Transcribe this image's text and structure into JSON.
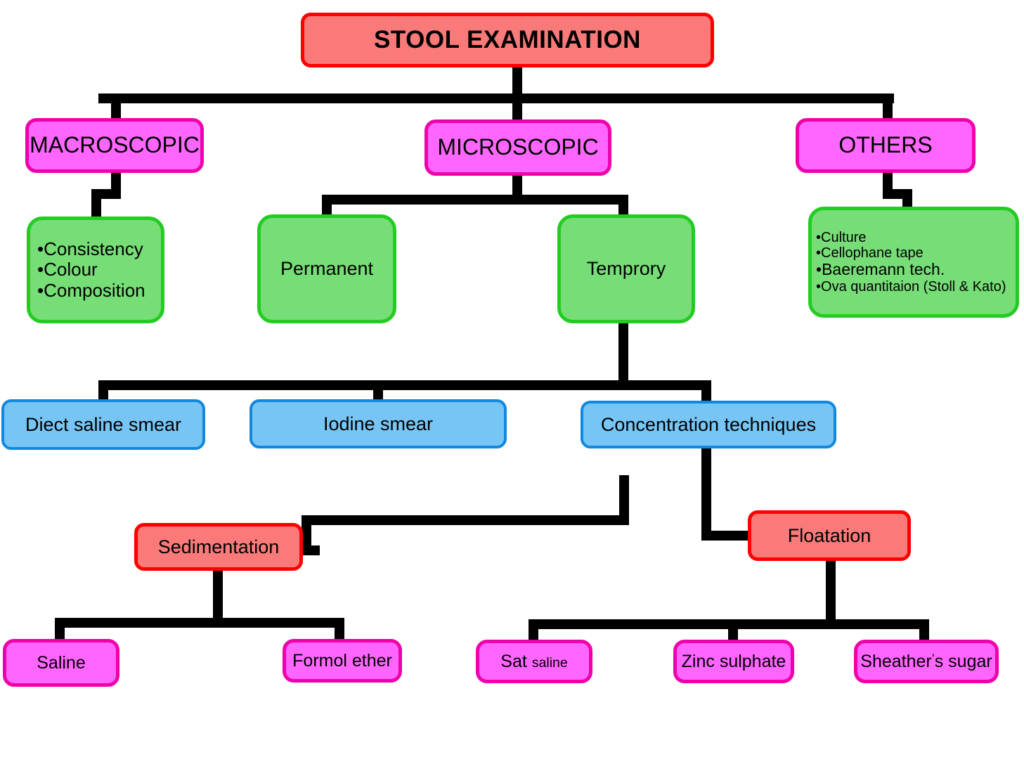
{
  "diagram": {
    "title": "STOOL EXAMINATION",
    "root": {
      "label": "STOOL EXAMINATION"
    },
    "level1": [
      {
        "label": "MACROSCOPIC"
      },
      {
        "label": "MICROSCOPIC"
      },
      {
        "label": "OTHERS"
      }
    ],
    "macroscopic_details": {
      "items": [
        "Consistency",
        "Colour",
        "Composition"
      ]
    },
    "microscopic_children": [
      {
        "label": "Permanent"
      },
      {
        "label": "Temprory"
      }
    ],
    "others_details": {
      "items": [
        "Culture",
        "Cellophane tape",
        "Baeremann  tech.",
        "Ova quantitaion (Stoll & Kato)"
      ]
    },
    "temprory_children": [
      {
        "label": "Diect saline smear"
      },
      {
        "label": "Iodine smear"
      },
      {
        "label": "Concentration techniques"
      }
    ],
    "concentration_children": [
      {
        "label": "Sedimentation"
      },
      {
        "label": "Floatation"
      }
    ],
    "sedimentation_children": [
      {
        "label": "Saline"
      },
      {
        "label": "Formol ether"
      }
    ],
    "floatation_children": [
      {
        "label_main": "Sat",
        "label_sub": "saline"
      },
      {
        "label": "Zinc sulphate"
      },
      {
        "label_pre": "Sheather",
        "label_apos": "’",
        "label_post": "s sugar"
      }
    ],
    "colors": {
      "red_fill": "#FA7A7A",
      "red_border": "#FF0000",
      "magenta_fill": "#FF66FF",
      "magenta_border": "#EE00AA",
      "green_fill": "#77DD77",
      "green_border": "#22CC22",
      "blue_fill": "#77C5F5",
      "blue_border": "#1188DD",
      "connector": "#000000"
    }
  }
}
